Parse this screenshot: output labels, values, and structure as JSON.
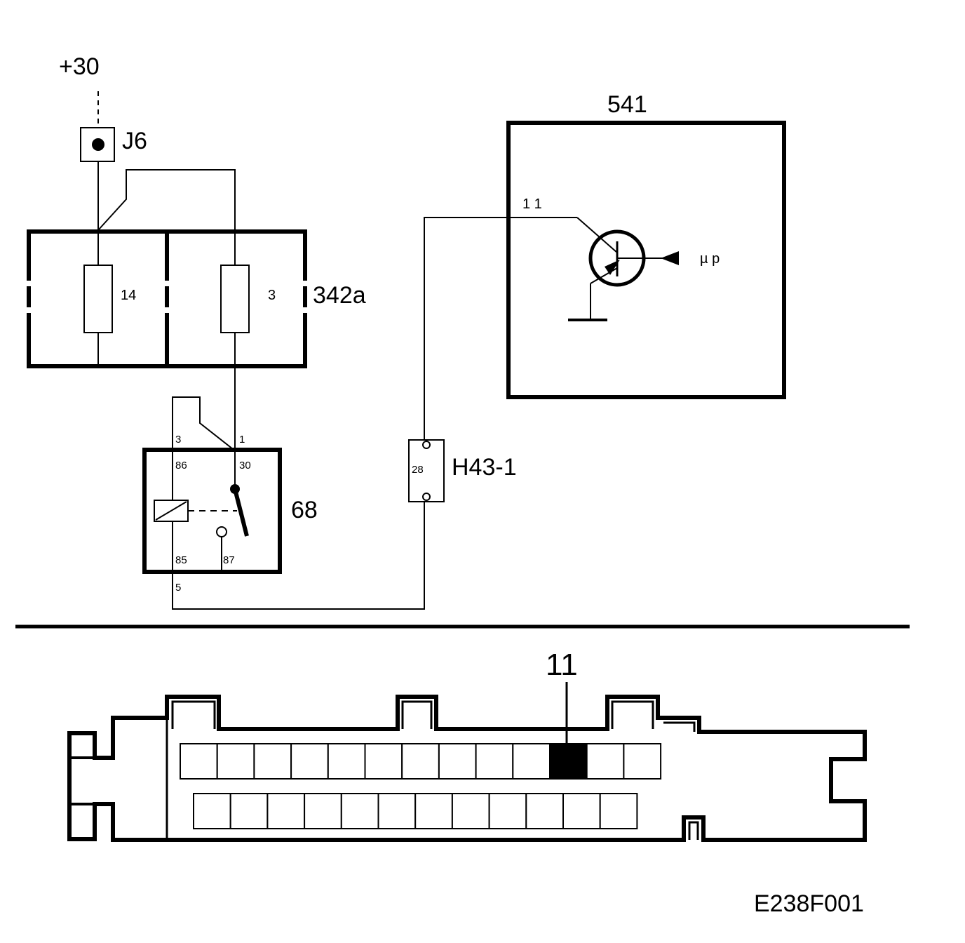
{
  "diagram": {
    "supply_label": "+30",
    "junction_label": "J6",
    "fuse_box_label": "342a",
    "fuse_a": "14",
    "fuse_b": "3",
    "relay_label": "68",
    "relay_pins": {
      "p3": "3",
      "p1": "1",
      "p86": "86",
      "p30": "30",
      "p85": "85",
      "p87": "87",
      "p5": "5"
    },
    "connector_label": "H43-1",
    "connector_pin": "28",
    "module_label": "541",
    "module_pin": "1 1",
    "module_mp": "µ p",
    "connector_pin_callout": "11",
    "figure_id": "E238F001"
  },
  "connector_view": {
    "top_row_cells": 13,
    "bottom_row_cells": 12,
    "highlighted_top_index": 10
  }
}
